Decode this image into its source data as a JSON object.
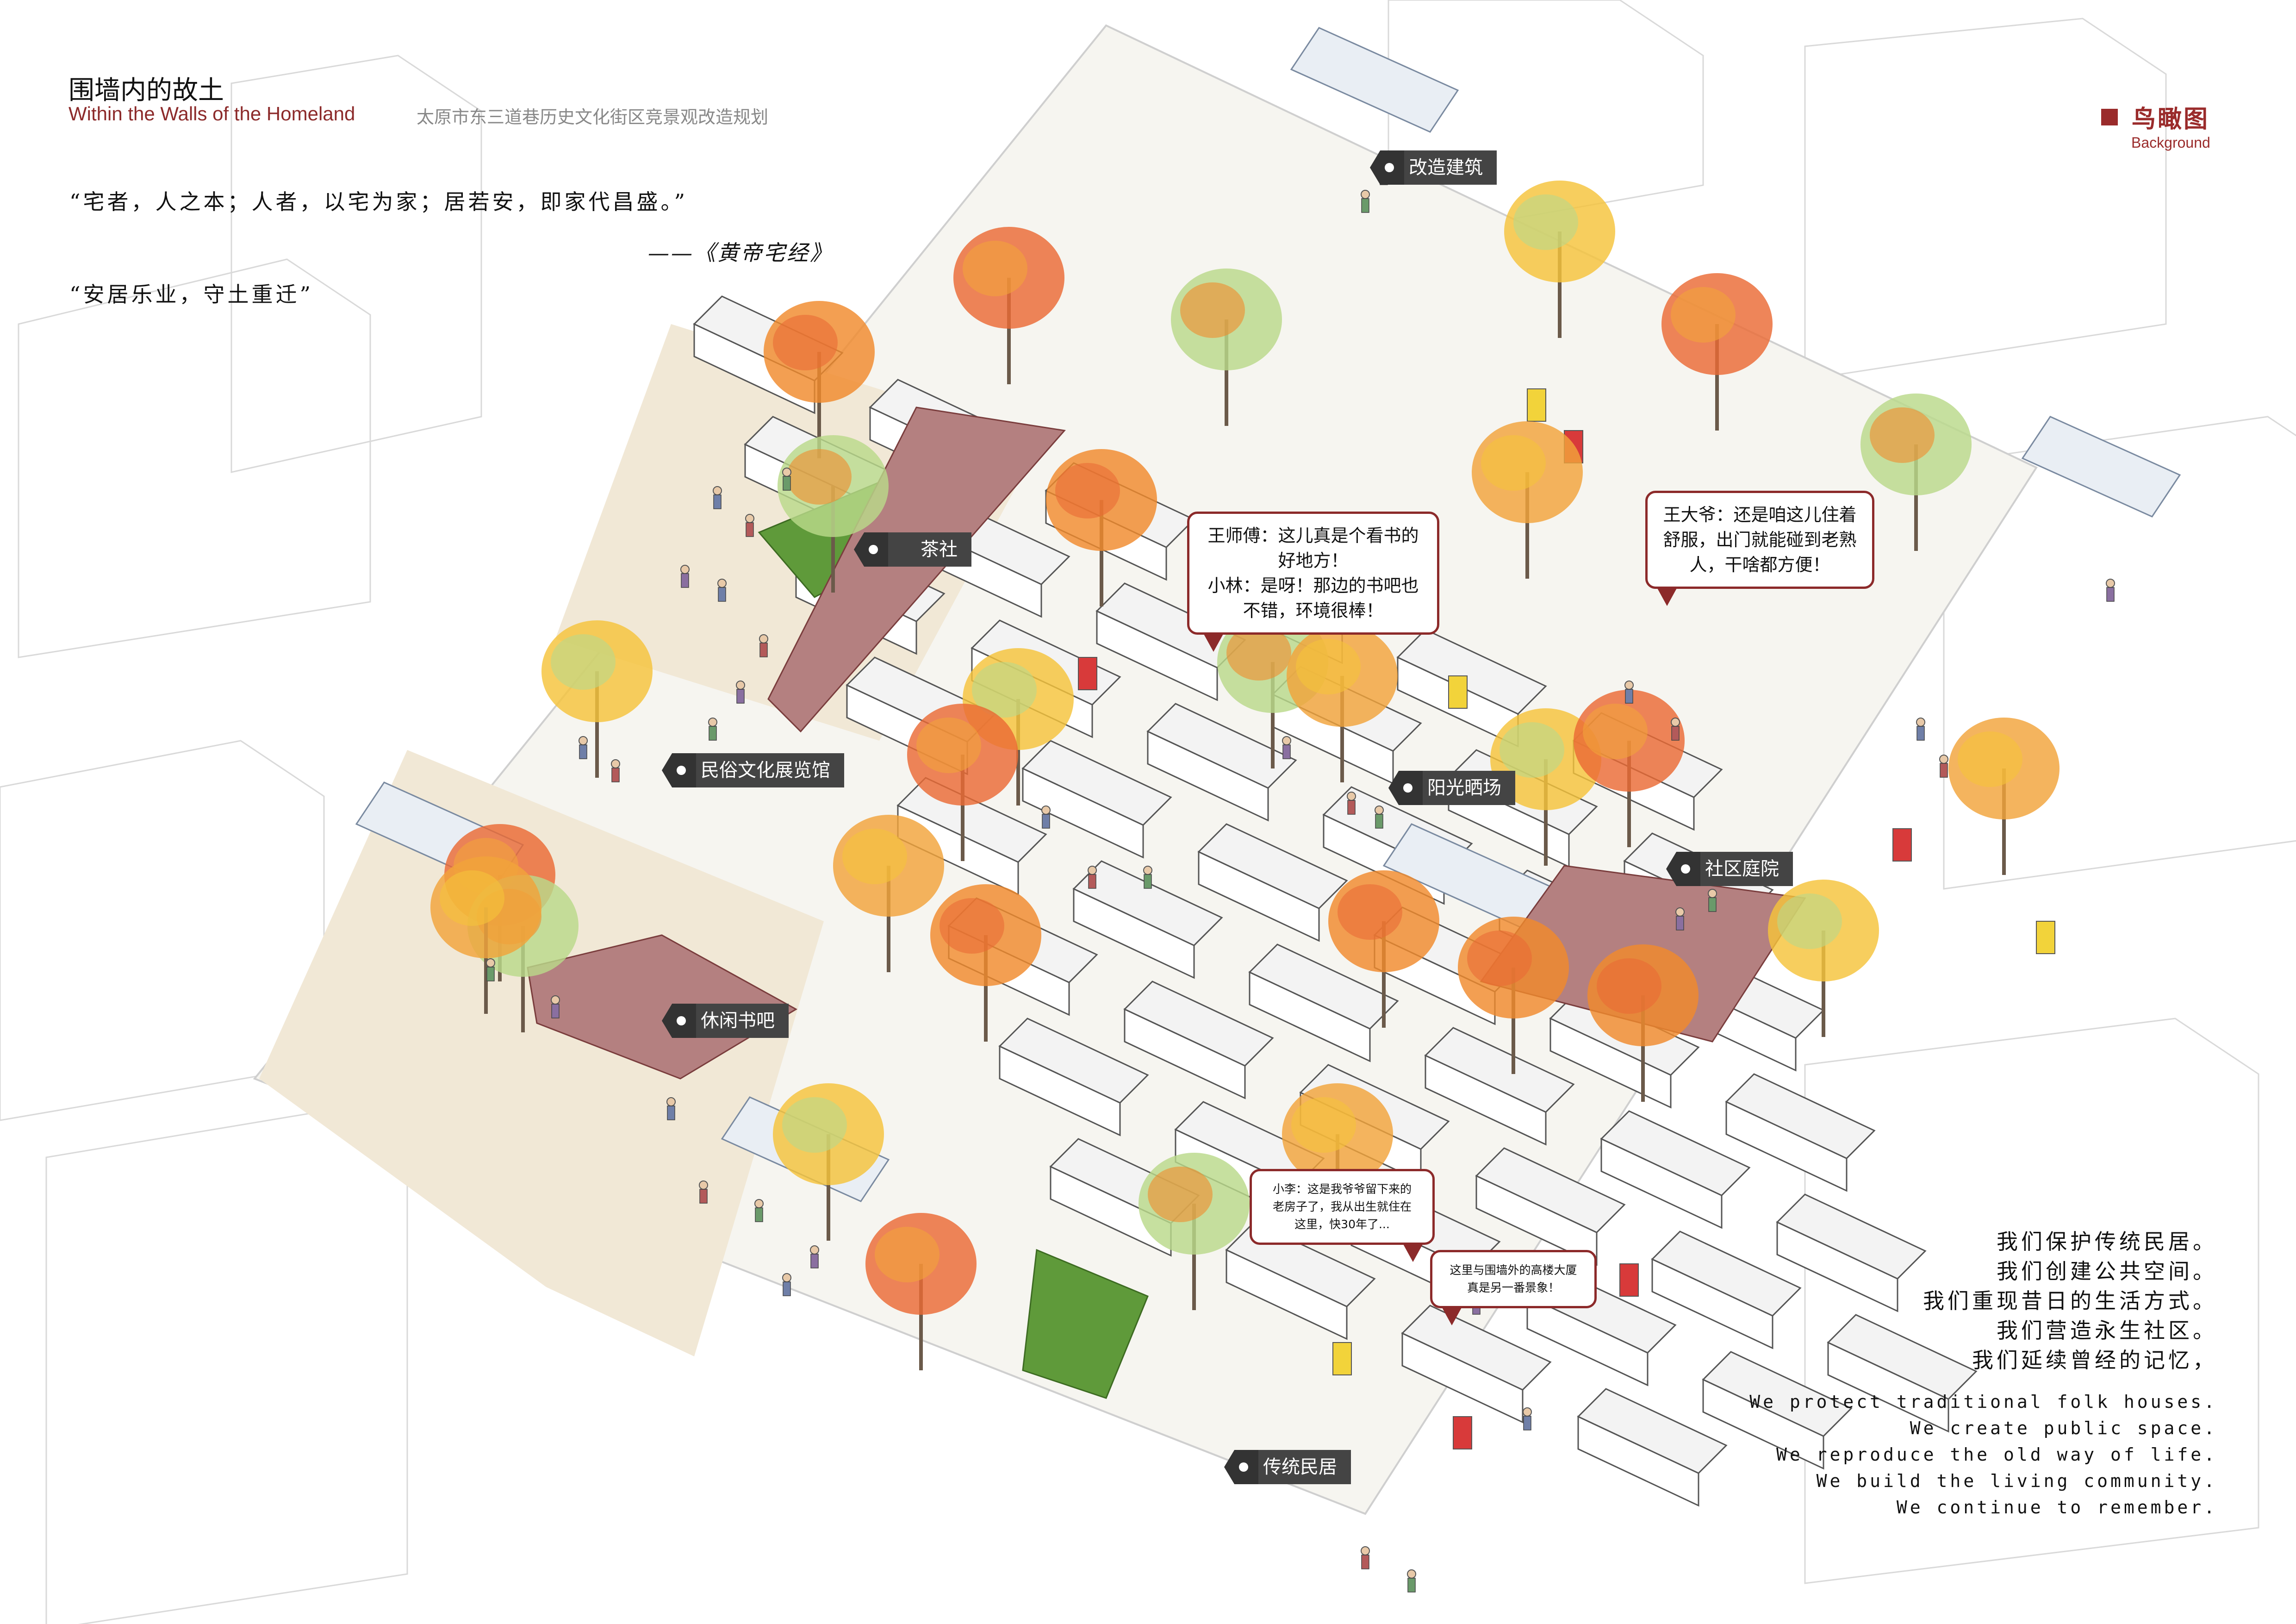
{
  "title": {
    "main": "围墙内的故土",
    "english": "Within the Walls of the Homeland",
    "subtitle": "太原市东三道巷历史文化街区竞景观改造规划"
  },
  "quotes": {
    "line1": "“宅者，人之本；人者，以宅为家；居若安，即家代昌盛。”",
    "source": "——《黄帝宅经》",
    "line2": "“安居乐业，守土重迁”"
  },
  "badge": {
    "label": "鸟瞰图",
    "english": "Background"
  },
  "location_tags": {
    "renovated_buildings": "改造建筑",
    "tea_house": "茶社",
    "folk_museum": "民俗文化展览馆",
    "sun_plaza": "阳光晒场",
    "community_courtyard": "社区庭院",
    "book_bar": "休闲书吧",
    "traditional_houses": "传统民居"
  },
  "bubbles": {
    "master_wang": [
      "王师傅：这儿真是个看书的",
      "好地方！",
      "小林：是呀！那边的书吧也",
      "不错，环境很棒！"
    ],
    "uncle_wang": [
      "王大爷：还是咱这儿住着",
      "舒服，出门就能碰到老熟",
      "人，干啥都方便！"
    ],
    "xiao_li": [
      "小李：这是我爷爷留下来的",
      "老房子了，我从出生就住在",
      "这里，快30年了..."
    ],
    "contrast": [
      "这里与围墙外的高楼大厦",
      "真是另一番景象！"
    ]
  },
  "mission": {
    "chinese": [
      "我们保护传统民居。",
      "我们创建公共空间。",
      "我们重现昔日的生活方式。",
      "我们营造永生社区。",
      "我们延续曾经的记忆，"
    ],
    "english": [
      "We protect traditional folk houses.",
      "We create public space.",
      "We reproduce the old way of life.",
      "We build the living community.",
      "We continue to remember."
    ]
  },
  "colors": {
    "accent": "#9a2b2b",
    "lawn": "#5f9a3a",
    "deck": "#a05a5a",
    "yellow_wall": "#f2d33a",
    "red_wall": "#d83a3a"
  }
}
